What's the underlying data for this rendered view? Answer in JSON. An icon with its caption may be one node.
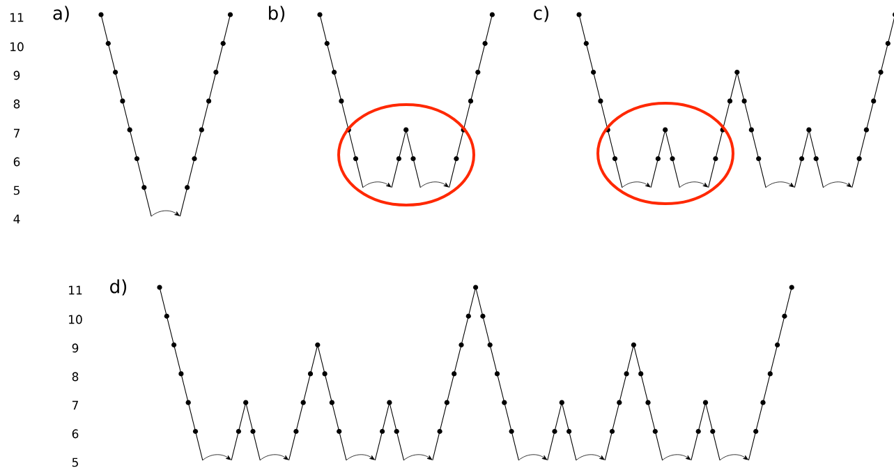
{
  "diagram": {
    "labels": [
      "11",
      "a)",
      "b)",
      "c)",
      "10",
      "9",
      "8",
      "7",
      "6",
      "5",
      "4",
      "11",
      "d)",
      "10",
      "9",
      "8",
      "7",
      "6",
      "5"
    ]
  }
}
